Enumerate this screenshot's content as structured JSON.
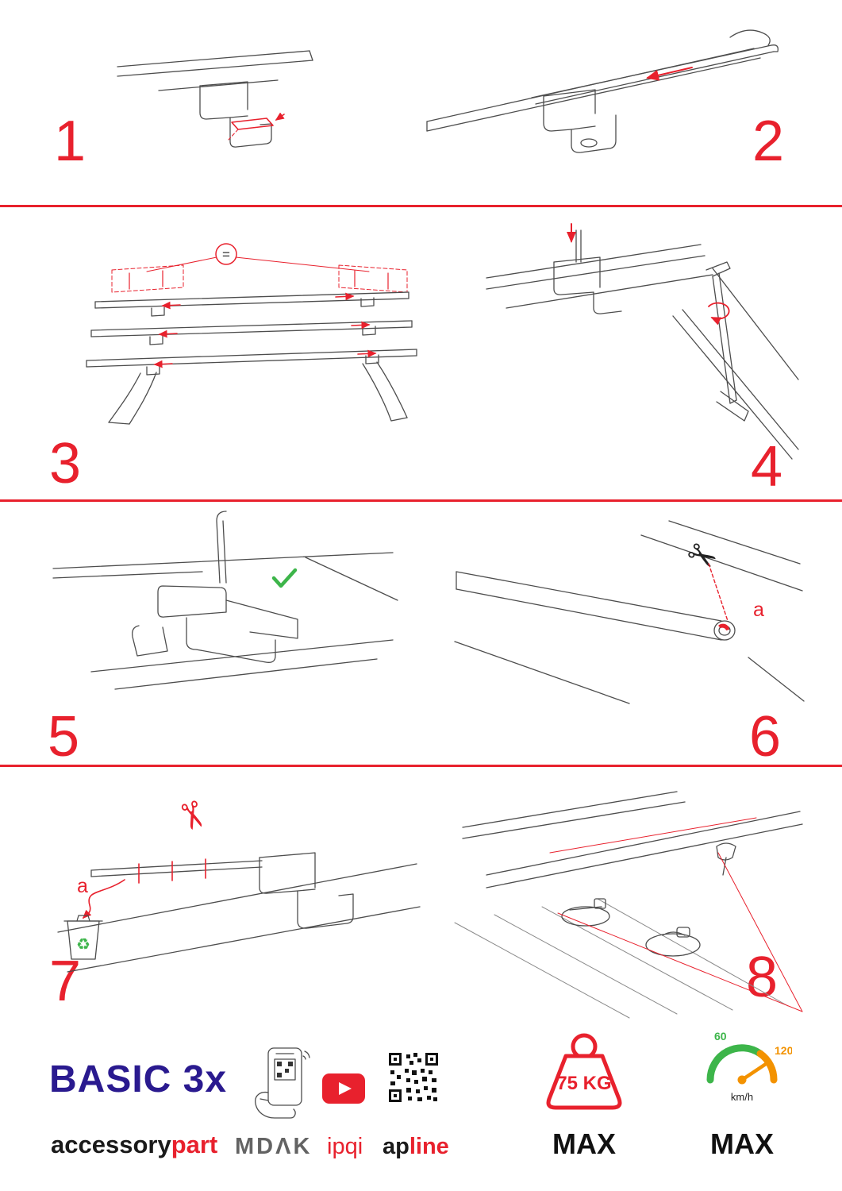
{
  "steps": [
    {
      "num": "1"
    },
    {
      "num": "2"
    },
    {
      "num": "3"
    },
    {
      "num": "4"
    },
    {
      "num": "5"
    },
    {
      "num": "6"
    },
    {
      "num": "7"
    },
    {
      "num": "8"
    }
  ],
  "annotations": {
    "equals": "=",
    "label_a_step6": "a",
    "label_a_step7": "a"
  },
  "icons": {
    "scissors": "✂",
    "recycle": "♻"
  },
  "footer": {
    "product_name": "BASIC 3x",
    "brand_part1": "accessory",
    "brand_part2": "part",
    "logo_mdak": "MDΛK",
    "logo_ipqi": "ipqi",
    "logo_apline_part1": "ap",
    "logo_apline_part2": "line",
    "weight_label": "75 KG",
    "weight_max": "MAX",
    "speed_low": "60",
    "speed_high": "120",
    "speed_unit": "km/h",
    "speed_max": "MAX"
  },
  "colors": {
    "accent_red": "#e8212d",
    "brand_blue": "#2a1a8f",
    "eco_green": "#3db54a",
    "speed_orange": "#f39200"
  }
}
